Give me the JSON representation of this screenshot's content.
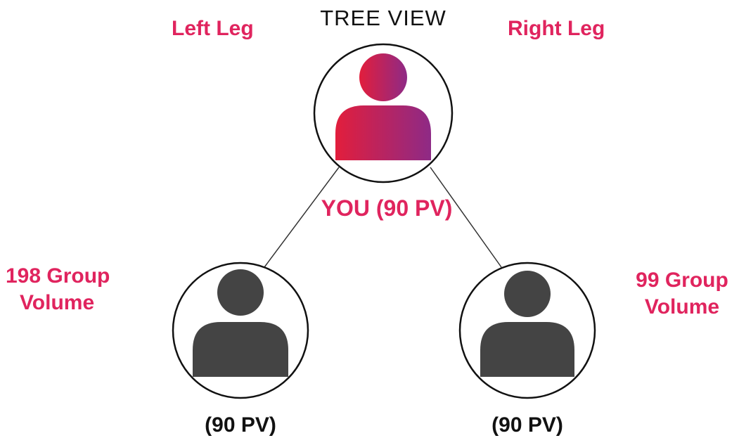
{
  "title": "TREE VIEW",
  "labels": {
    "left_leg": "Left Leg",
    "right_leg": "Right Leg",
    "you": "YOU (90 PV)",
    "left_group_line1": "198 Group",
    "left_group_line2": "Volume",
    "right_group_line1": "99 Group",
    "right_group_line2": "Volume",
    "left_child_pv": "(90 PV)",
    "right_child_pv": "(90 PV)"
  },
  "colors": {
    "accent": "#e0245e",
    "gradient_start": "#e21e3c",
    "gradient_end": "#8e2a86",
    "child_avatar": "#444444",
    "outline": "#111111"
  },
  "icons": {
    "top_avatar": "user-avatar-icon",
    "left_avatar": "user-avatar-icon",
    "right_avatar": "user-avatar-icon"
  }
}
